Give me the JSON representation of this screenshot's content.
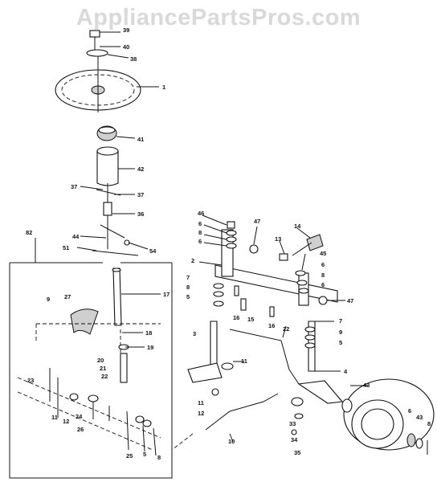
{
  "watermark": "AppliancePartsPros.com",
  "callouts": {
    "c1": "1",
    "c2": "2",
    "c3": "3",
    "c4": "4",
    "c5": "5",
    "c5b": "5",
    "c5c": "5",
    "c6": "6",
    "c6b": "6",
    "c6c": "6",
    "c6d": "6",
    "c7": "7",
    "c7b": "7",
    "c8": "8",
    "c8b": "8",
    "c8c": "8",
    "c8d": "8",
    "c8e": "8",
    "c9": "9",
    "c9b": "9",
    "c10": "10",
    "c11": "11",
    "c11b": "11",
    "c11c": "11",
    "c12": "12",
    "c12b": "12",
    "c13": "13",
    "c14": "14",
    "c15": "15",
    "c16": "16",
    "c16b": "16",
    "c17": "17",
    "c18": "18",
    "c19": "19",
    "c20": "20",
    "c21": "21",
    "c22": "22",
    "c22b": "22",
    "c23": "23",
    "c24": "24",
    "c25": "25",
    "c26": "26",
    "c27": "27",
    "c33": "33",
    "c34": "34",
    "c35": "35",
    "c36": "36",
    "c37": "37",
    "c37b": "37",
    "c38": "38",
    "c39": "39",
    "c40": "40",
    "c41": "41",
    "c42": "42",
    "c43": "43",
    "c43b": "43",
    "c44": "44",
    "c45": "45",
    "c46": "46",
    "c47": "47",
    "c47b": "47",
    "c51": "51",
    "c54": "54",
    "c82": "82"
  }
}
